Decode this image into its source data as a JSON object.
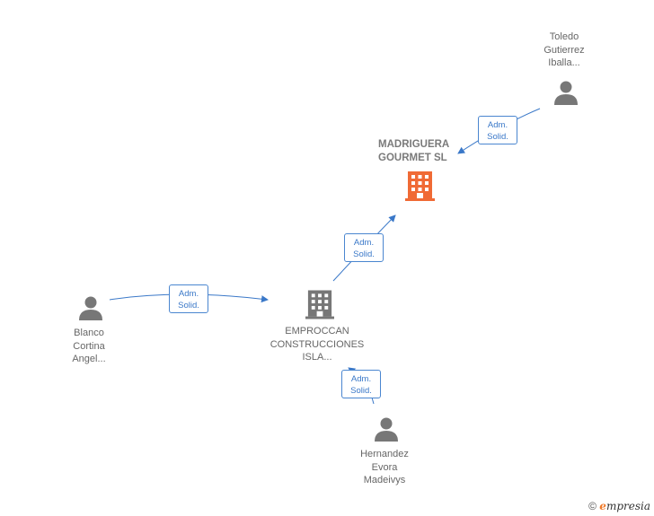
{
  "colors": {
    "edge": "#3a78c8",
    "person": "#777777",
    "company": "#777777",
    "focus_company": "#f06a35"
  },
  "nodes": {
    "toledo": {
      "label": "Toledo\nGutierrez\nIballa..."
    },
    "madriguera": {
      "label": "MADRIGUERA\nGOURMET  SL"
    },
    "emproccan": {
      "label": "EMPROCCAN\nCONSTRUCCIONES\nISLA..."
    },
    "blanco": {
      "label": "Blanco\nCortina\nAngel..."
    },
    "hernandez": {
      "label": "Hernandez\nEvora\nMadeivys"
    }
  },
  "edges": {
    "toledo_madriguera": {
      "label": "Adm.\nSolid."
    },
    "emproccan_madriguera": {
      "label": "Adm.\nSolid."
    },
    "blanco_emproccan": {
      "label": "Adm.\nSolid."
    },
    "hernandez_emproccan": {
      "label": "Adm.\nSolid."
    }
  },
  "footer": {
    "copyright": "©",
    "brand_initial": "e",
    "brand_rest": "mpresia"
  }
}
